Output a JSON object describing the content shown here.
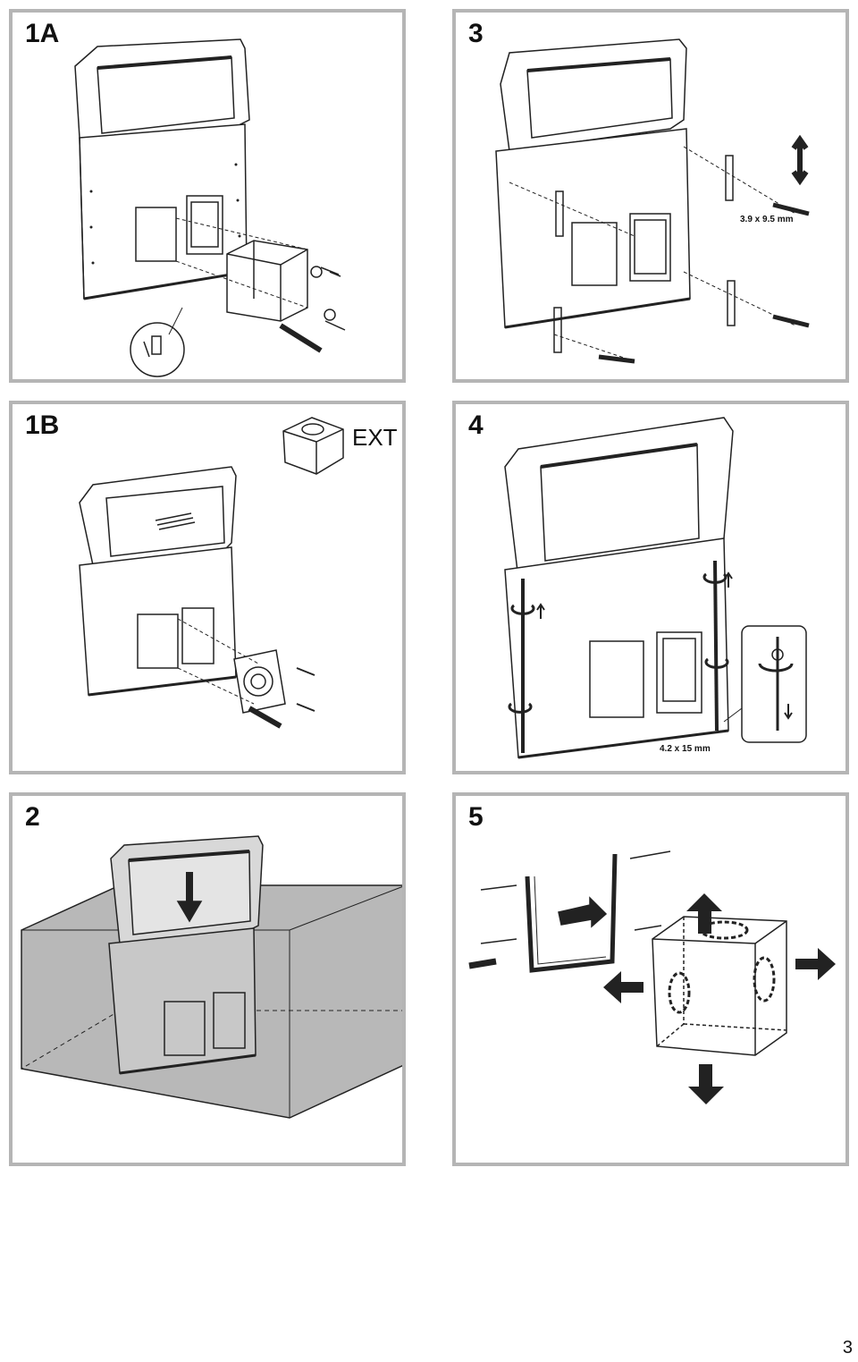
{
  "panels": {
    "p1a": {
      "label": "1A"
    },
    "p3": {
      "label": "3",
      "screw_spec": "3.9 x 9.5 mm"
    },
    "p1b": {
      "label": "1B",
      "ext_label": "EXT"
    },
    "p4": {
      "label": "4",
      "screw_spec": "4.2 x 15 mm"
    },
    "p2": {
      "label": "2"
    },
    "p5": {
      "label": "5"
    }
  },
  "page_number": "3"
}
